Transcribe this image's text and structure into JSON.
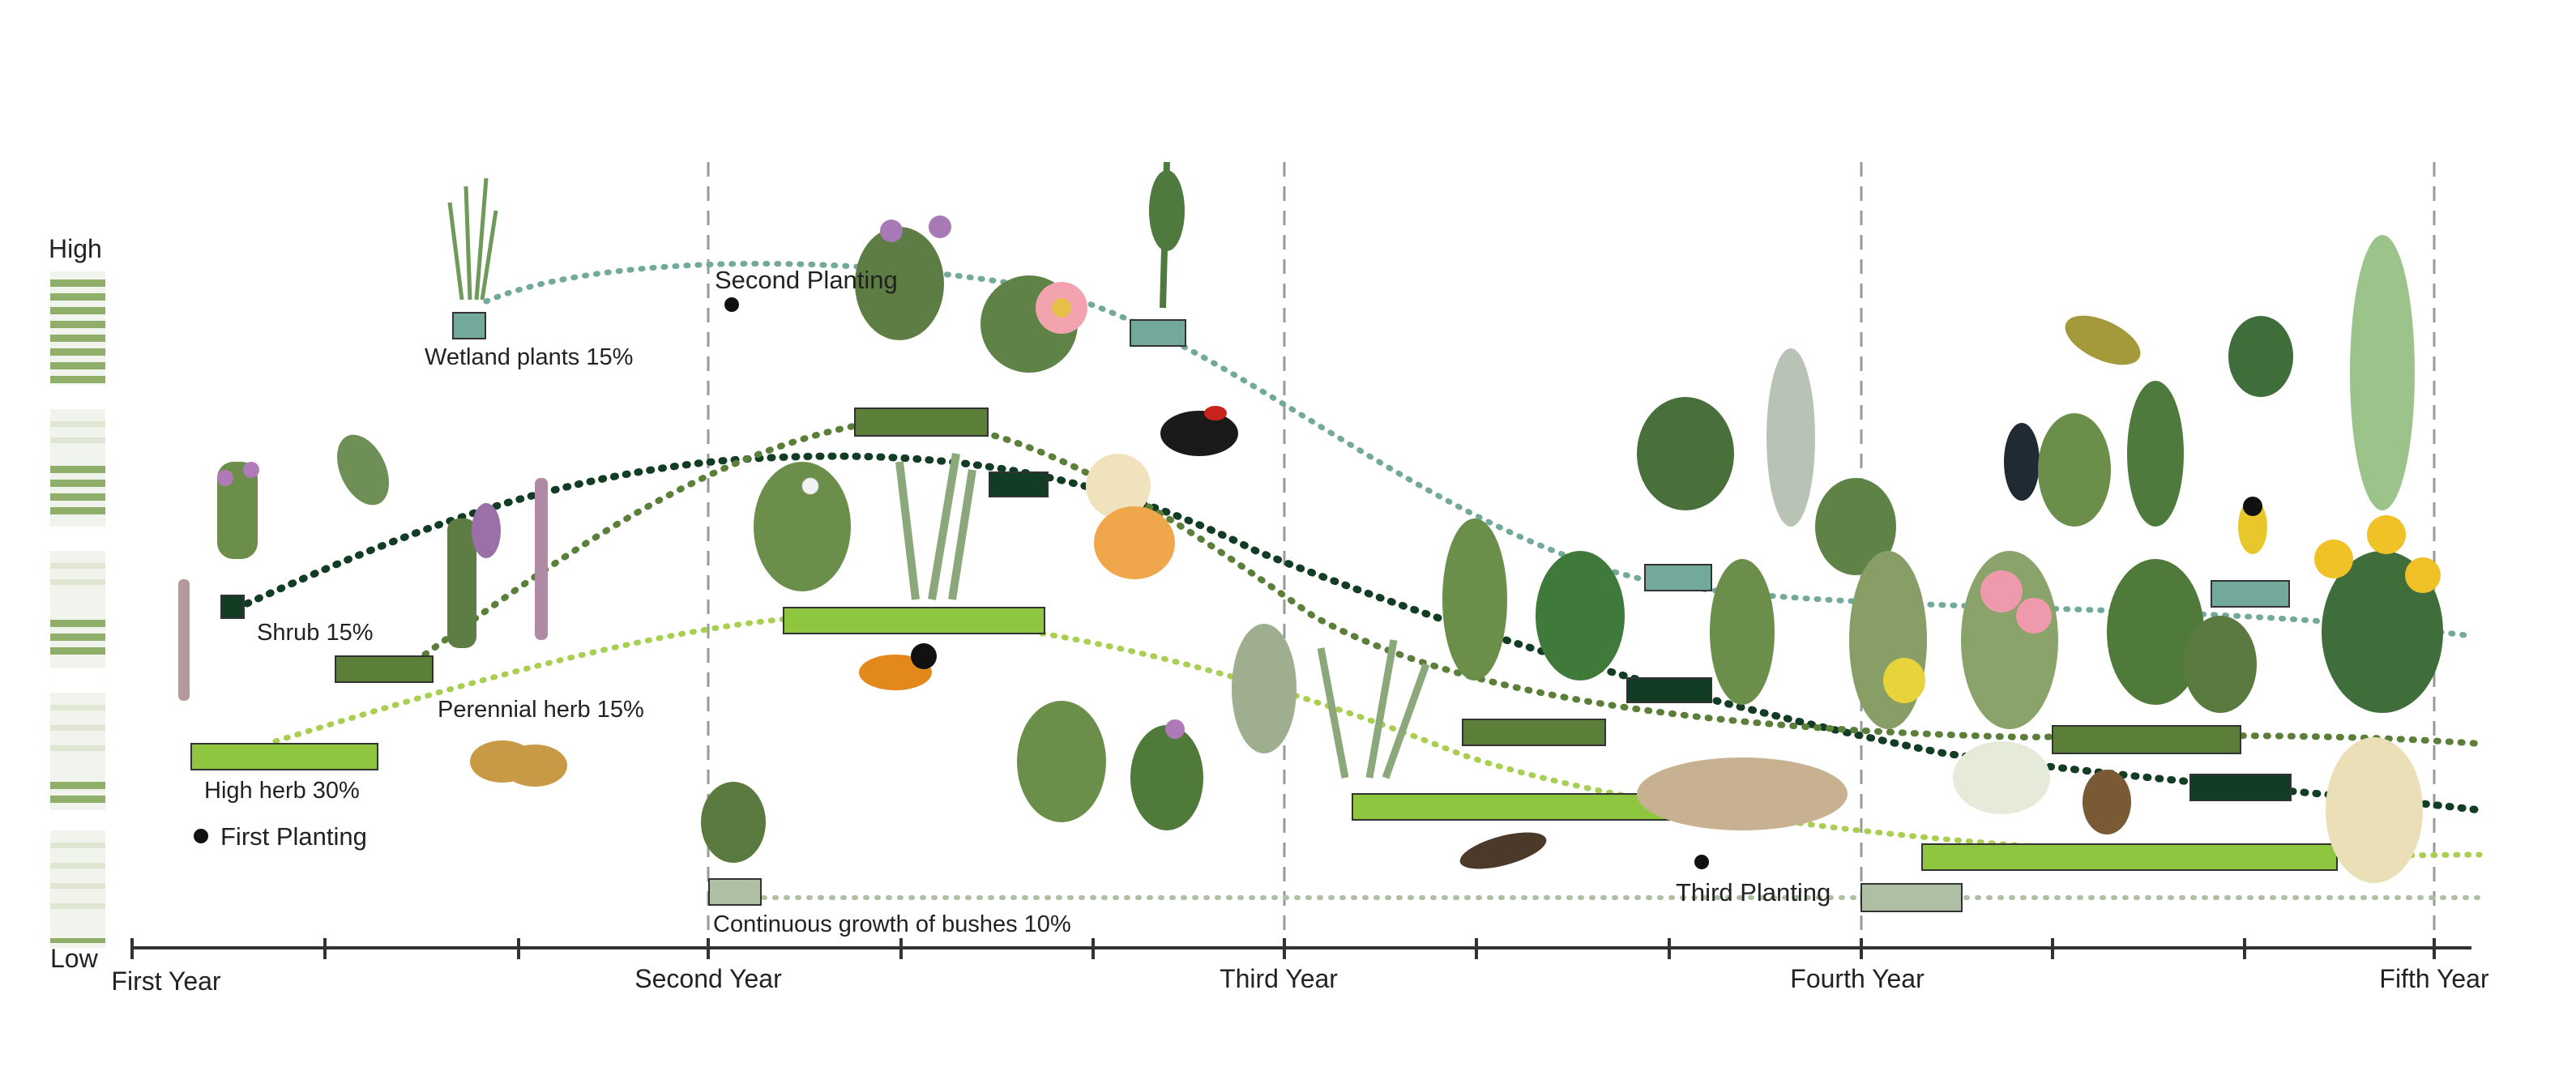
{
  "level_axis": {
    "high_label": "High",
    "low_label": "Low"
  },
  "time_axis": {
    "years": [
      "First Year",
      "Second Year",
      "Third Year",
      "Fourth Year",
      "Fifth Year"
    ]
  },
  "events": [
    {
      "key": "first",
      "label": "First Planting",
      "year": 0.1
    },
    {
      "key": "second",
      "label": "Second Planting",
      "year": 1.04
    },
    {
      "key": "third",
      "label": "Third Planting",
      "year": 2.72
    }
  ],
  "groups": [
    {
      "key": "wetland",
      "label": "Wetland plants 15%",
      "color": "#72a99b"
    },
    {
      "key": "shrub",
      "label": "Shrub 15%",
      "color": "#123c24"
    },
    {
      "key": "perennial",
      "label": "Perennial herb 15%",
      "color": "#5b7f39"
    },
    {
      "key": "high",
      "label": "High herb 30%",
      "color": "#8ec63f"
    },
    {
      "key": "bush",
      "label": "Continuous growth of bushes 10%",
      "color": "#aebfa3"
    }
  ],
  "colors": {
    "wetland": "#72a99b",
    "shrub": "#123c24",
    "perennial": "#5b7f39",
    "high_herb": "#8ec63f",
    "bush": "#aebfa3",
    "axis": "#333333",
    "divider": "#999999"
  },
  "icons": [
    "plant-illustration-icon",
    "bird-illustration-icon",
    "butterfly-illustration-icon"
  ]
}
